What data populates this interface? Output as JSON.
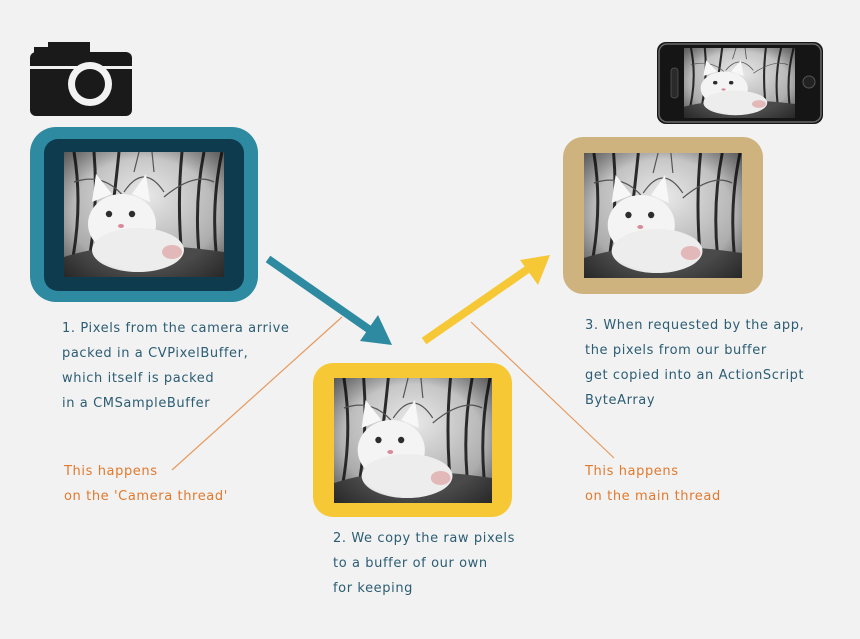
{
  "colors": {
    "background": "#f2f2f2",
    "camera_frame_outer": "#2e8aa0",
    "camera_frame_inner": "#0f3b4e",
    "buffer_frame": "#f7c835",
    "app_frame": "#cfb37e",
    "arrow_blue": "#2e8aa0",
    "arrow_yellow": "#f7c835",
    "text_blue": "#2c5d73",
    "text_orange": "#e07a2e",
    "pointer_line": "#e69a5f"
  },
  "icons": {
    "camera": "camera-icon",
    "phone": "smartphone-icon"
  },
  "notes": {
    "step1": [
      "1. Pixels from the camera arrive",
      "packed in a CVPixelBuffer,",
      "which itself is packed",
      "in a CMSampleBuffer"
    ],
    "step2": [
      "2. We copy the raw pixels",
      "to a buffer of our own",
      "for keeping"
    ],
    "step3": [
      "3. When requested by the app,",
      "the pixels from our buffer",
      "get copied into an ActionScript",
      "ByteArray"
    ],
    "thread_camera": [
      "This happens",
      "on the 'Camera thread'"
    ],
    "thread_main": [
      "This happens",
      "on the main thread"
    ]
  }
}
